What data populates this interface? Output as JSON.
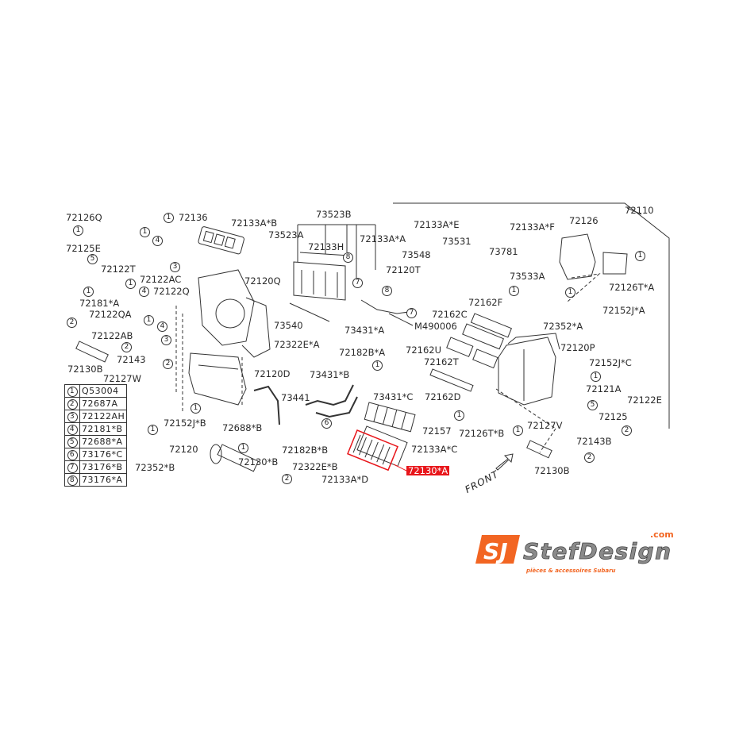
{
  "diagram": {
    "part_labels": [
      "72126Q",
      "72136",
      "72133A*B",
      "73523B",
      "73523A",
      "72133H",
      "72133A*A",
      "72133A*E",
      "73531",
      "73548",
      "73781",
      "72120T",
      "72110",
      "72133A*F",
      "72126",
      "72126T*A",
      "73533A",
      "72152J*A",
      "72162F",
      "72162C",
      "72352*A",
      "72125E",
      "72122T",
      "72122AC",
      "72120Q",
      "72122Q",
      "72181*A",
      "72122QA",
      "73540",
      "73431*A",
      "M490006",
      "72322E*A",
      "72122AB",
      "72143",
      "72130B",
      "72127W",
      "72182B*A",
      "72162U",
      "72120P",
      "72162T",
      "72152J*C",
      "73431*B",
      "72120D",
      "73441",
      "73431*C",
      "72162D",
      "72121A",
      "72122E",
      "72125",
      "72157",
      "72126T*B",
      "72127V",
      "72152J*B",
      "72688*B",
      "72182B*B",
      "72133A*C",
      "72143B",
      "72120",
      "72130*B",
      "72322E*B",
      "72352*B",
      "72130*A",
      "72133A*D",
      "72130B"
    ],
    "highlighted_part": "72130*A",
    "highlight_color": "#e8161b",
    "front_label": "FRONT",
    "callouts": [
      "1",
      "1",
      "1",
      "4",
      "3",
      "5",
      "1",
      "1",
      "4",
      "1",
      "4",
      "3",
      "2",
      "2",
      "1",
      "8",
      "7",
      "8",
      "7",
      "6",
      "1",
      "1",
      "1",
      "1",
      "1",
      "2",
      "5",
      "1",
      "2",
      "1",
      "1",
      "2",
      "2",
      "1"
    ],
    "legend": [
      {
        "num": "1",
        "part": "Q53004"
      },
      {
        "num": "2",
        "part": "72687A"
      },
      {
        "num": "3",
        "part": "72122AH"
      },
      {
        "num": "4",
        "part": "72181*B"
      },
      {
        "num": "5",
        "part": "72688*A"
      },
      {
        "num": "6",
        "part": "73176*C"
      },
      {
        "num": "7",
        "part": "73176*B"
      },
      {
        "num": "8",
        "part": "73176*A"
      }
    ]
  },
  "logo": {
    "mark": "SJ",
    "name": "StefDesign",
    "tld": ".com",
    "tagline": "pièces & accessoires Subaru",
    "brand_color": "#f26522",
    "text_color": "#8a8a8a"
  }
}
